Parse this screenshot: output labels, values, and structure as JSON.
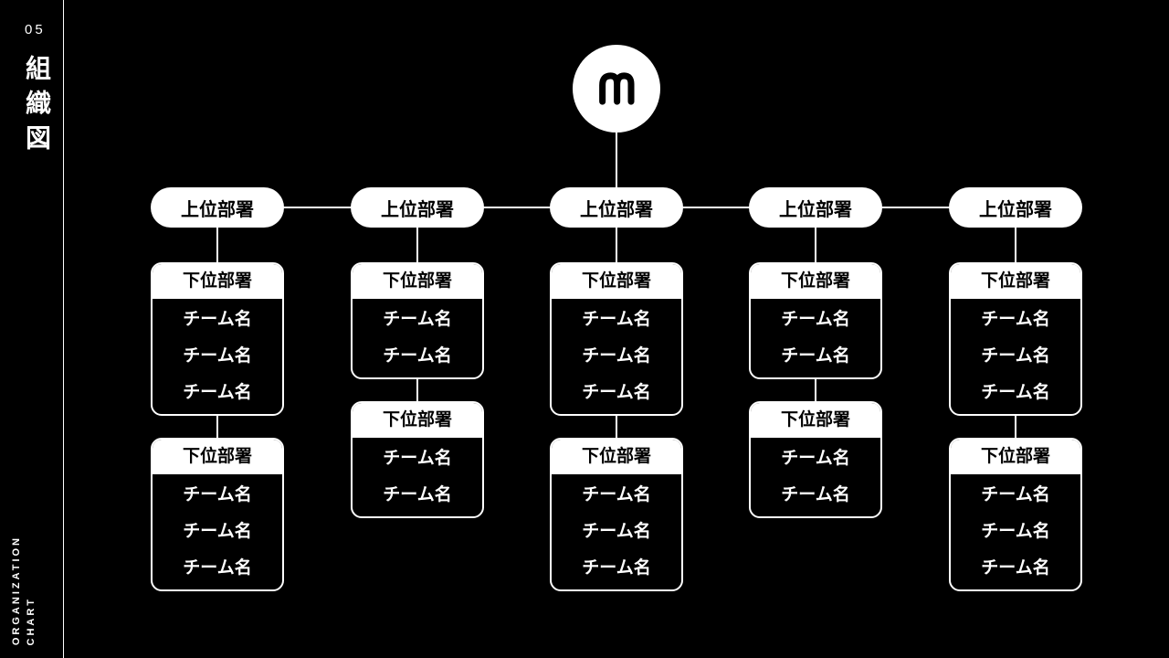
{
  "slide": {
    "page_number": "05",
    "title_vertical": "組織図",
    "footer": {
      "word1": "ORGANIZATION",
      "word2": "CHART"
    }
  },
  "logo": {
    "monogram": "M"
  },
  "chart": {
    "columns": [
      {
        "top": "上位部署",
        "cards": [
          {
            "header": "下位部署",
            "teams": [
              "チーム名",
              "チーム名",
              "チーム名"
            ]
          },
          {
            "header": "下位部署",
            "teams": [
              "チーム名",
              "チーム名",
              "チーム名"
            ]
          }
        ]
      },
      {
        "top": "上位部署",
        "cards": [
          {
            "header": "下位部署",
            "teams": [
              "チーム名",
              "チーム名"
            ]
          },
          {
            "header": "下位部署",
            "teams": [
              "チーム名",
              "チーム名"
            ]
          }
        ]
      },
      {
        "top": "上位部署",
        "cards": [
          {
            "header": "下位部署",
            "teams": [
              "チーム名",
              "チーム名",
              "チーム名"
            ]
          },
          {
            "header": "下位部署",
            "teams": [
              "チーム名",
              "チーム名",
              "チーム名"
            ]
          }
        ]
      },
      {
        "top": "上位部署",
        "cards": [
          {
            "header": "下位部署",
            "teams": [
              "チーム名",
              "チーム名"
            ]
          },
          {
            "header": "下位部署",
            "teams": [
              "チーム名",
              "チーム名"
            ]
          }
        ]
      },
      {
        "top": "上位部署",
        "cards": [
          {
            "header": "下位部署",
            "teams": [
              "チーム名",
              "チーム名",
              "チーム名"
            ]
          },
          {
            "header": "下位部署",
            "teams": [
              "チーム名",
              "チーム名",
              "チーム名"
            ]
          }
        ]
      }
    ]
  },
  "colors": {
    "background": "#000000",
    "foreground": "#ffffff"
  }
}
